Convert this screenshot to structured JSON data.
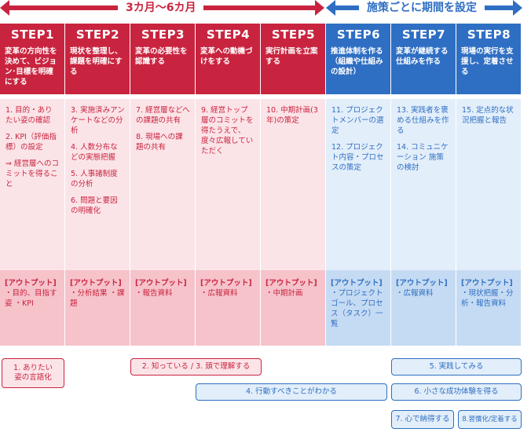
{
  "timeline": {
    "left_label": "3カ月〜6カ月",
    "right_label": "施策ごとに期間を設定",
    "colors": {
      "pink": "#c9243f",
      "blue": "#2f6fc3"
    }
  },
  "steps": [
    {
      "step": "STEP1",
      "title": "変革の方向性を決めて、ビジョン･目標を明確にする",
      "body": [
        "1. 目的・ありたい姿の確認",
        "2. KPI（評価指標）の設定",
        "⇒ 経営層へのコミットを得ること"
      ],
      "output_title": "[アウトプット]",
      "output": "・目的、目指す姿 ・KPI"
    },
    {
      "step": "STEP2",
      "title": "現状を整理し、課題を明確にする",
      "body": [
        "3. 実施済みアンケートなどの分析",
        "4. 人数分布などの実態把握",
        "5. 人事諸制度の分析",
        "6. 問題と要因の明確化"
      ],
      "output_title": "[アウトプット]",
      "output": "・分析結果 ・課題"
    },
    {
      "step": "STEP3",
      "title": "変革の必要性を認識する",
      "body": [
        "7. 経営層などへの課題の共有",
        "8. 現場への課題の共有"
      ],
      "output_title": "[アウトプット]",
      "output": "・報告資料"
    },
    {
      "step": "STEP4",
      "title": "変革への動機づけをする",
      "body": [
        "9. 経営トップ層のコミットを得たうえで、度々広報していただく"
      ],
      "output_title": "[アウトプット]",
      "output": "・広報資料"
    },
    {
      "step": "STEP5",
      "title": "実行計画を立案する",
      "body": [
        "10. 中期計画(3年)の策定"
      ],
      "output_title": "[アウトプット]",
      "output": "・中期計画"
    },
    {
      "step": "STEP6",
      "title": "推進体制を作る（組織や仕組みの設計）",
      "body": [
        "11. プロジェクトメンバーの選定",
        "12. プロジェクト内容・プロセスの策定"
      ],
      "output_title": "[アウトプット]",
      "output": "・プロジェクトゴール、プロセス（タスク）一覧"
    },
    {
      "step": "STEP7",
      "title": "変革が継続する仕組みを作る",
      "body": [
        "13. 実践者を褒める仕組みを作る",
        "14. コミュニケーション 施策の検討"
      ],
      "output_title": "[アウトプット]",
      "output": "・広報資料"
    },
    {
      "step": "STEP8",
      "title": "現場の実行を支援し、定着させる",
      "body": [
        "15. 定点的な状況把握と報告"
      ],
      "output_title": "[アウトプット]",
      "output": "・現状把握・分析・報告資料"
    }
  ],
  "stages": {
    "s1": "1. ありたい姿の言語化",
    "s2": "2. 知っている / 3. 頭で理解する",
    "s4": "4. 行動すべきことがわかる",
    "s5": "5. 実践してみる",
    "s6": "6. 小さな成功体験を得る",
    "s7": "7. 心で納得する",
    "s8": "8.習慣化/定着する"
  }
}
